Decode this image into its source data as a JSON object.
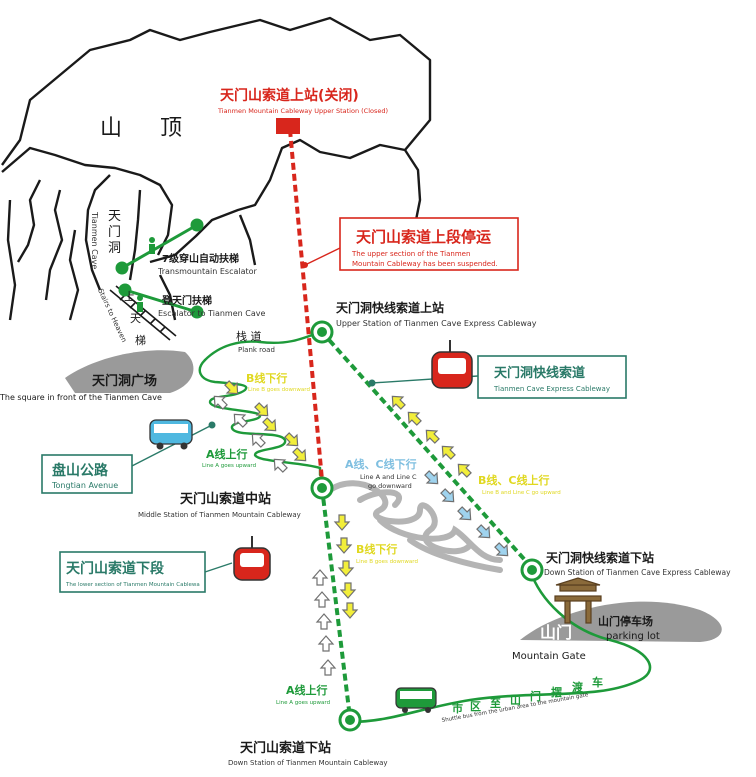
{
  "colors": {
    "green": "#1e9a3a",
    "red": "#d8261c",
    "teal": "#2a7a68",
    "gray": "#9a9a9a",
    "yellow": "#f2ee3a",
    "lightblue": "#9fd3ee"
  },
  "labels": {
    "summit": [
      "山",
      "顶"
    ],
    "cave_vertical": [
      "天",
      "门",
      "洞"
    ],
    "cave_en": "Tianmen Cave",
    "stairs_vertical": [
      "上",
      "天",
      "梯"
    ],
    "stairs_en": "Stairs to Heaven",
    "upper_station_cn": "天门山索道上站(关闭)",
    "upper_station_en": "Tianmen Mountain Cableway Upper Station (Closed)",
    "suspended_cn": "天门山索道上段停运",
    "suspended_en_1": "The upper section of the Tianmen",
    "suspended_en_2": "Mountain Cableway has been suspended.",
    "escalator7_cn": "7级穿山自动扶梯",
    "escalator7_en": "Transmountain Escalator",
    "escalator_cave_cn": "登天门扶梯",
    "escalator_cave_en": "Escalator to Tianmen Cave",
    "plankroad_cn": "栈 道",
    "plankroad_en": "Plank road",
    "cave_express_upper_cn": "天门洞快线索道上站",
    "cave_express_upper_en": "Upper Station of Tianmen Cave Express Cableway",
    "square_cn": "天门洞广场",
    "square_en": "The square in front of the Tianmen Cave",
    "b_down_cn": "B线下行",
    "b_down_en": "Line B goes downward",
    "a_up_cn": "A线上行",
    "a_up_en": "Line A goes upward",
    "tongtian_cn": "盘山公路",
    "tongtian_en": "Tongtian Avenue",
    "middle_station_cn": "天门山索道中站",
    "middle_station_en": "Middle Station of Tianmen Mountain Cableway",
    "ac_down_cn": "A线、C线下行",
    "ac_down_en_1": "Line A and Line C",
    "ac_down_en_2": "go downward",
    "bc_up_cn": "B线、C线上行",
    "bc_up_en": "Line B and Line C go upward",
    "cave_express_cn": "天门洞快线索道",
    "cave_express_en": "Tianmen Cave Express Cableway",
    "lower_section_cn": "天门山索道下段",
    "lower_section_en": "The lower section of Tianmen Mountain Cablewa",
    "b_down2_cn": "B线下行",
    "b_down2_en": "Line B goes downward",
    "cave_express_down_cn": "天门洞快线索道下站",
    "cave_express_down_en": "Down Station of Tianmen Cave Express Cableway",
    "gate_cn": "山门",
    "gate_en": "Mountain Gate",
    "parking_cn": "山门停车场",
    "parking_en": "parking lot",
    "a_up2_cn": "A线上行",
    "a_up2_en": "Line A goes upward",
    "shuttle_cn": [
      "市",
      "区",
      "至",
      "山",
      "门",
      "摆",
      "渡",
      "车"
    ],
    "shuttle_en": "Shuttle bus from the urban area to the mountain gate",
    "down_station_cn": "天门山索道下站",
    "down_station_en": "Down Station of Tianmen Mountain Cableway"
  }
}
